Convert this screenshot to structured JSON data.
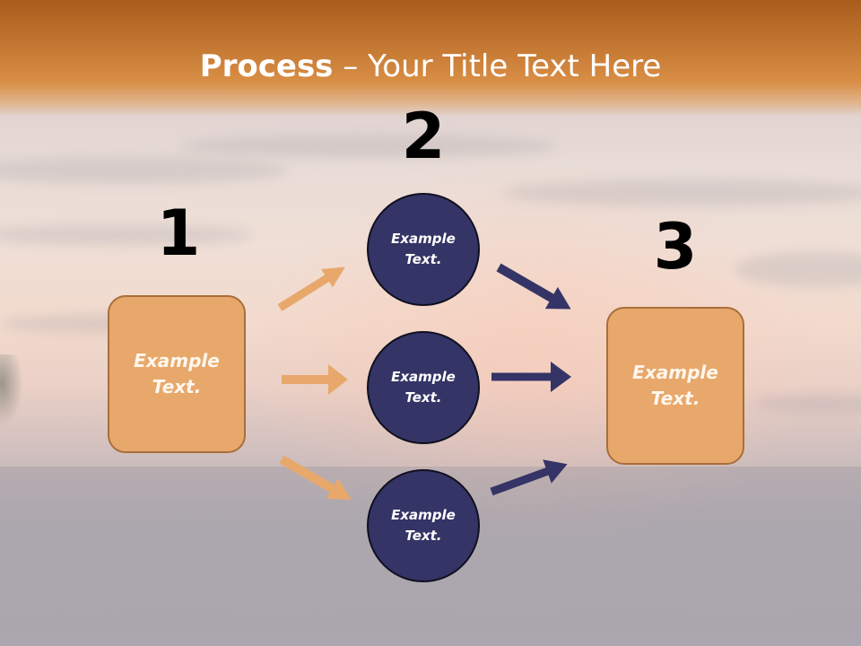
{
  "slide": {
    "title_bold": "Process",
    "title_rest": " – Your Title Text Here",
    "steps": {
      "one": "1",
      "two": "2",
      "three": "3"
    },
    "left_box_text": "Example Text.",
    "right_box_text": "Example Text.",
    "circles": [
      {
        "text": "Example Text."
      },
      {
        "text": "Example Text."
      },
      {
        "text": "Example Text."
      }
    ],
    "colors": {
      "title_band": "#c0742f",
      "box_fill": "#e8a86c",
      "circle_fill": "#353466",
      "orange_arrow": "#e8a86c",
      "navy_arrow": "#353466"
    }
  }
}
